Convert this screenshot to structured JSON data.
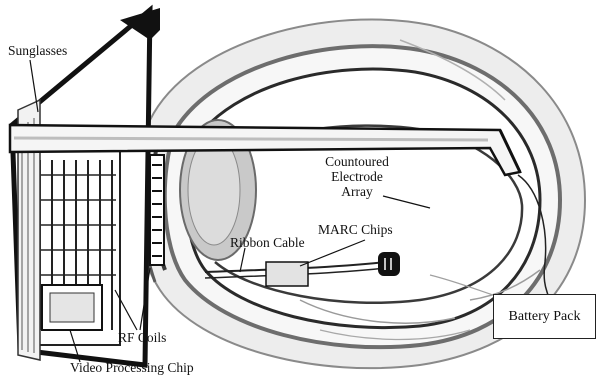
{
  "labels": {
    "sunglasses": "Sunglasses",
    "contoured_electrode_array": [
      "Countoured",
      "Electrode",
      "Array"
    ],
    "marc_chips": "MARC Chips",
    "ribbon_cable": "Ribbon Cable",
    "rf_coils": "RF Coils",
    "video_processing_chip": "Video Processing Chip",
    "battery_pack": "Battery Pack"
  },
  "colors": {
    "ink": "#111111",
    "background": "#ffffff",
    "eye_tissue": "#bdbdbd",
    "sclera": "#e6e6e6"
  }
}
